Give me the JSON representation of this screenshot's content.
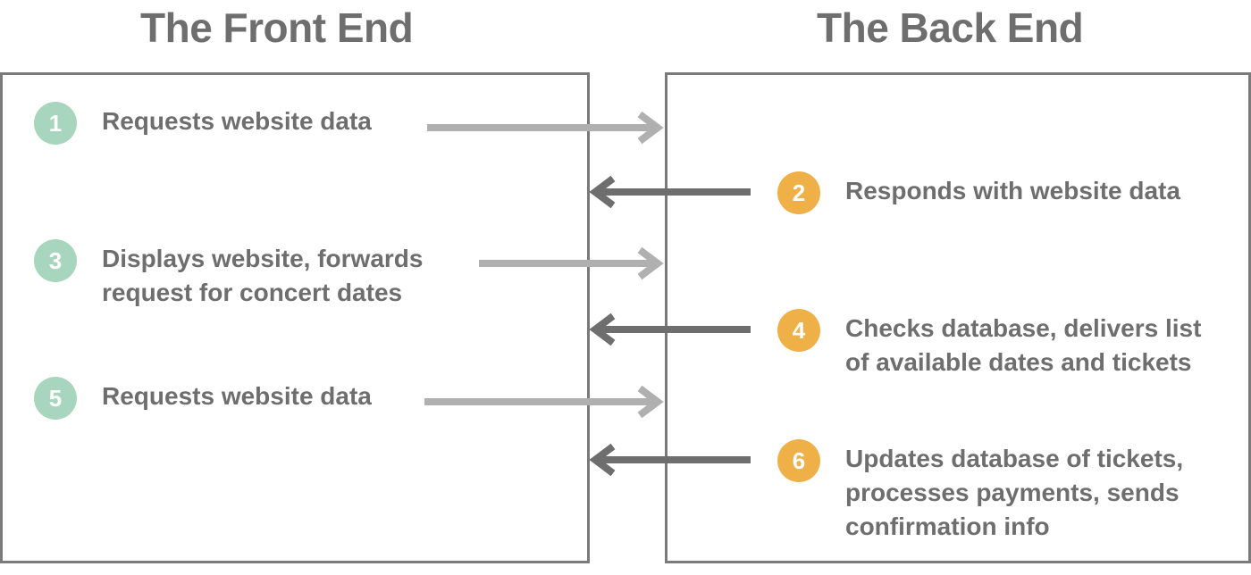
{
  "headings": {
    "front": "The Front End",
    "back": "The Back End"
  },
  "colors": {
    "front_badge": "#a8d5bd",
    "back_badge": "#f0b048",
    "arrow_to_back": "#b0b0b0",
    "arrow_to_front": "#6e6e6e",
    "border": "#7a7a7a"
  },
  "steps": [
    {
      "number": "1",
      "side": "front",
      "text": "Requests website data"
    },
    {
      "number": "2",
      "side": "back",
      "text": "Responds with website data"
    },
    {
      "number": "3",
      "side": "front",
      "text": "Displays website, forwards\nrequest for concert dates"
    },
    {
      "number": "4",
      "side": "back",
      "text": "Checks database, delivers list\nof available dates and tickets"
    },
    {
      "number": "5",
      "side": "front",
      "text": "Requests website data"
    },
    {
      "number": "6",
      "side": "back",
      "text": "Updates database of tickets,\nprocesses payments, sends\nconfirmation info"
    }
  ]
}
